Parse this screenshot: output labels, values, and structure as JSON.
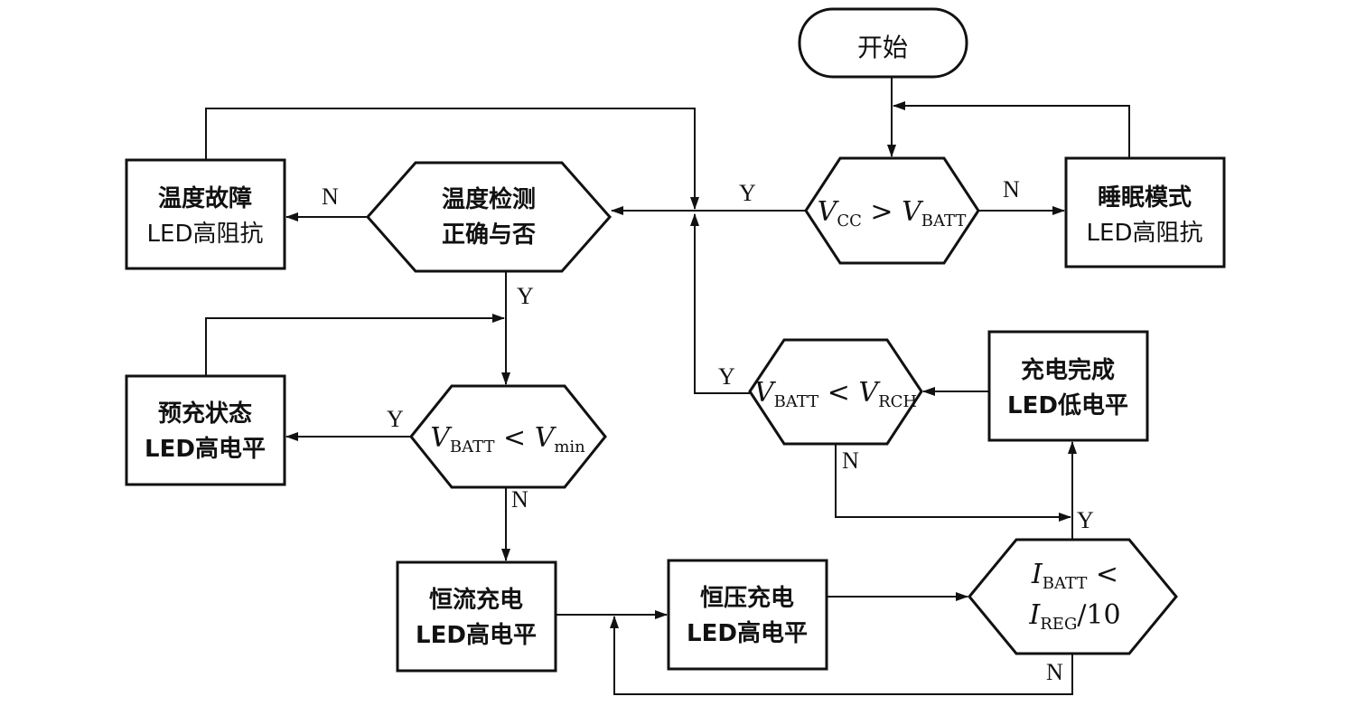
{
  "nodes": {
    "start": "开始",
    "vcc_check": {
      "v1": "V",
      "s1": "CC",
      "op": " > ",
      "v2": "V",
      "s2": "BATT"
    },
    "sleep_mode": {
      "line1": "睡眠模式",
      "line2": "LED高阻抗"
    },
    "temp_check": {
      "line1": "温度检测",
      "line2": "正确与否"
    },
    "temp_fault": {
      "line1": "温度故障",
      "line2": "LED高阻抗"
    },
    "vmin_check": {
      "v1": "V",
      "s1": "BATT",
      "op": " < ",
      "v2": "V",
      "s2": "min"
    },
    "precharge": {
      "line1": "预充状态",
      "line2": "LED高电平"
    },
    "cc_charge": {
      "line1": "恒流充电",
      "line2": "LED高电平"
    },
    "cv_charge": {
      "line1": "恒压充电",
      "line2": "LED高电平"
    },
    "ibatt_check": {
      "v1": "I",
      "s1": "BATT",
      "op": " <",
      "v2": "I",
      "s2": "REG",
      "tail": "/10"
    },
    "charge_done": {
      "line1": "充电完成",
      "line2": "LED低电平"
    },
    "vrch_check": {
      "v1": "V",
      "s1": "BATT",
      "op": " < ",
      "v2": "V",
      "s2": "RCH"
    }
  },
  "edge_labels": {
    "vcc_yes": "Y",
    "vcc_no": "N",
    "temp_no": "N",
    "temp_yes": "Y",
    "vmin_yes": "Y",
    "vmin_no": "N",
    "vrch_yes": "Y",
    "vrch_no": "N",
    "ibatt_yes": "Y",
    "ibatt_no": "N"
  }
}
